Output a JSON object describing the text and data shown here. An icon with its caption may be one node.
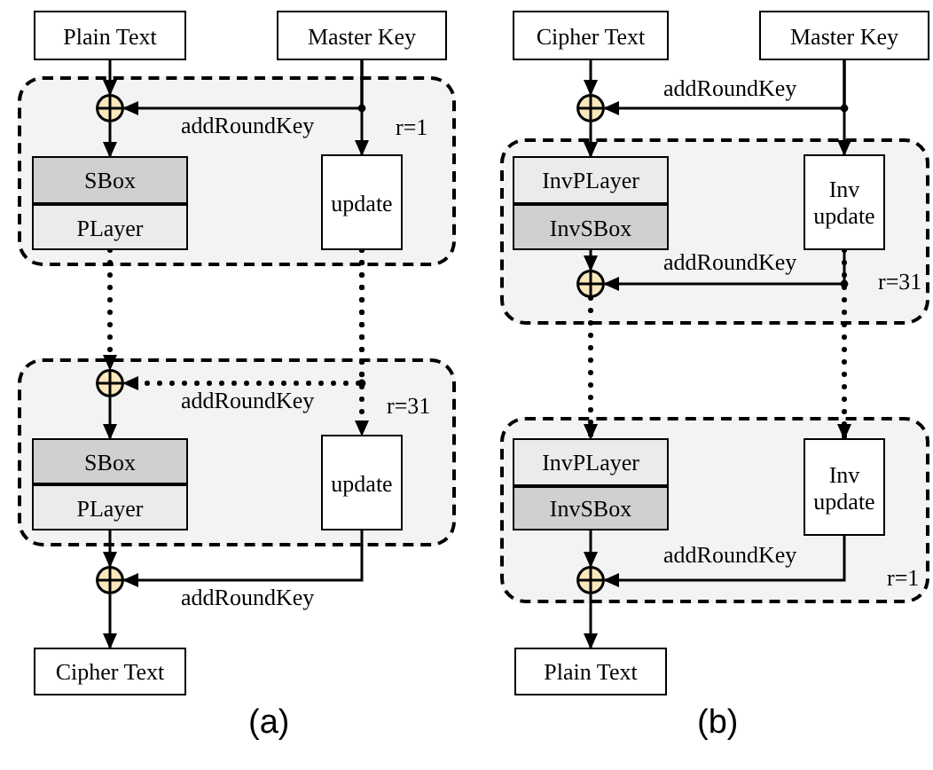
{
  "diagram": {
    "nodes": [
      {
        "text": [
          "Plain Text"
        ]
      },
      {
        "text": [
          "Master Key"
        ]
      },
      {
        "text": [
          "r=1"
        ]
      },
      {
        "text": [],
        "shape": "circle",
        "in": 2
      },
      {
        "text": [
          "SBox"
        ],
        "in": 2
      },
      {
        "text": [
          "PLayer"
        ],
        "in": 2
      },
      {
        "text": [
          "update"
        ],
        "in": 2
      },
      {
        "text": [
          "r=31"
        ]
      },
      {
        "text": [],
        "shape": "circle",
        "in": 7
      },
      {
        "text": [
          "SBox"
        ],
        "in": 7
      },
      {
        "text": [
          "PLayer"
        ],
        "in": 7
      },
      {
        "text": [
          "update"
        ],
        "in": 7
      },
      {
        "text": [],
        "shape": "circle"
      },
      {
        "text": [
          "Cipher Text"
        ]
      },
      {
        "text": [
          "Cipher Text"
        ]
      },
      {
        "text": [
          "Master Key"
        ]
      },
      {
        "text": [],
        "shape": "circle"
      },
      {
        "text": [
          "r=31"
        ]
      },
      {
        "text": [
          "InvPLayer"
        ],
        "in": 17
      },
      {
        "text": [
          "InvSBox"
        ],
        "in": 17
      },
      {
        "text": [
          "Inv update"
        ],
        "in": 17
      },
      {
        "text": [],
        "shape": "circle",
        "in": 17
      },
      {
        "text": [
          "r=1"
        ]
      },
      {
        "text": [
          "InvPLayer"
        ],
        "in": 22
      },
      {
        "text": [
          "InvSBox"
        ],
        "in": 22
      },
      {
        "text": [
          "Inv update"
        ],
        "in": 22
      },
      {
        "text": [],
        "shape": "circle",
        "in": 22
      },
      {
        "text": [
          "Plain Text"
        ]
      }
    ],
    "edges": [
      {
        "from": 0,
        "to": 3,
        "arrow": "to"
      },
      {
        "from": 1,
        "to": 3,
        "arrow": "to",
        "label": "addRoundKey"
      },
      {
        "from": 1,
        "to": 6,
        "arrow": "to"
      },
      {
        "from": 3,
        "to": 4,
        "arrow": "to"
      },
      {
        "from": 5,
        "to": 8,
        "arrow": "to",
        "style": "dashed"
      },
      {
        "from": 6,
        "to": 11,
        "arrow": "to",
        "style": "dashed"
      },
      {
        "from": 6,
        "to": 8,
        "arrow": "to",
        "style": "dashed",
        "label": "addRoundKey"
      },
      {
        "from": 8,
        "to": 9,
        "arrow": "to"
      },
      {
        "from": 11,
        "to": 12,
        "arrow": "to",
        "label": "addRoundKey"
      },
      {
        "from": 10,
        "to": 12,
        "arrow": "to"
      },
      {
        "from": 12,
        "to": 13,
        "arrow": "to"
      },
      {
        "from": 14,
        "to": 16,
        "arrow": "to"
      },
      {
        "from": 15,
        "to": 16,
        "arrow": "to",
        "label": "addRoundKey"
      },
      {
        "from": 15,
        "to": 20,
        "arrow": "to"
      },
      {
        "from": 16,
        "to": 18,
        "arrow": "to"
      },
      {
        "from": 20,
        "to": 21,
        "arrow": "to",
        "label": "addRoundKey"
      },
      {
        "from": 19,
        "to": 21,
        "arrow": "to"
      },
      {
        "from": 21,
        "to": 23,
        "arrow": "to",
        "style": "dashed"
      },
      {
        "from": 20,
        "to": 25,
        "arrow": "to",
        "style": "dashed"
      },
      {
        "from": 24,
        "to": 26,
        "arrow": "to"
      },
      {
        "from": 25,
        "to": 26,
        "arrow": "to",
        "label": "addRoundKey"
      },
      {
        "from": 26,
        "to": 27,
        "arrow": "to"
      }
    ],
    "labels": [
      "(a)",
      "(b)"
    ]
  }
}
